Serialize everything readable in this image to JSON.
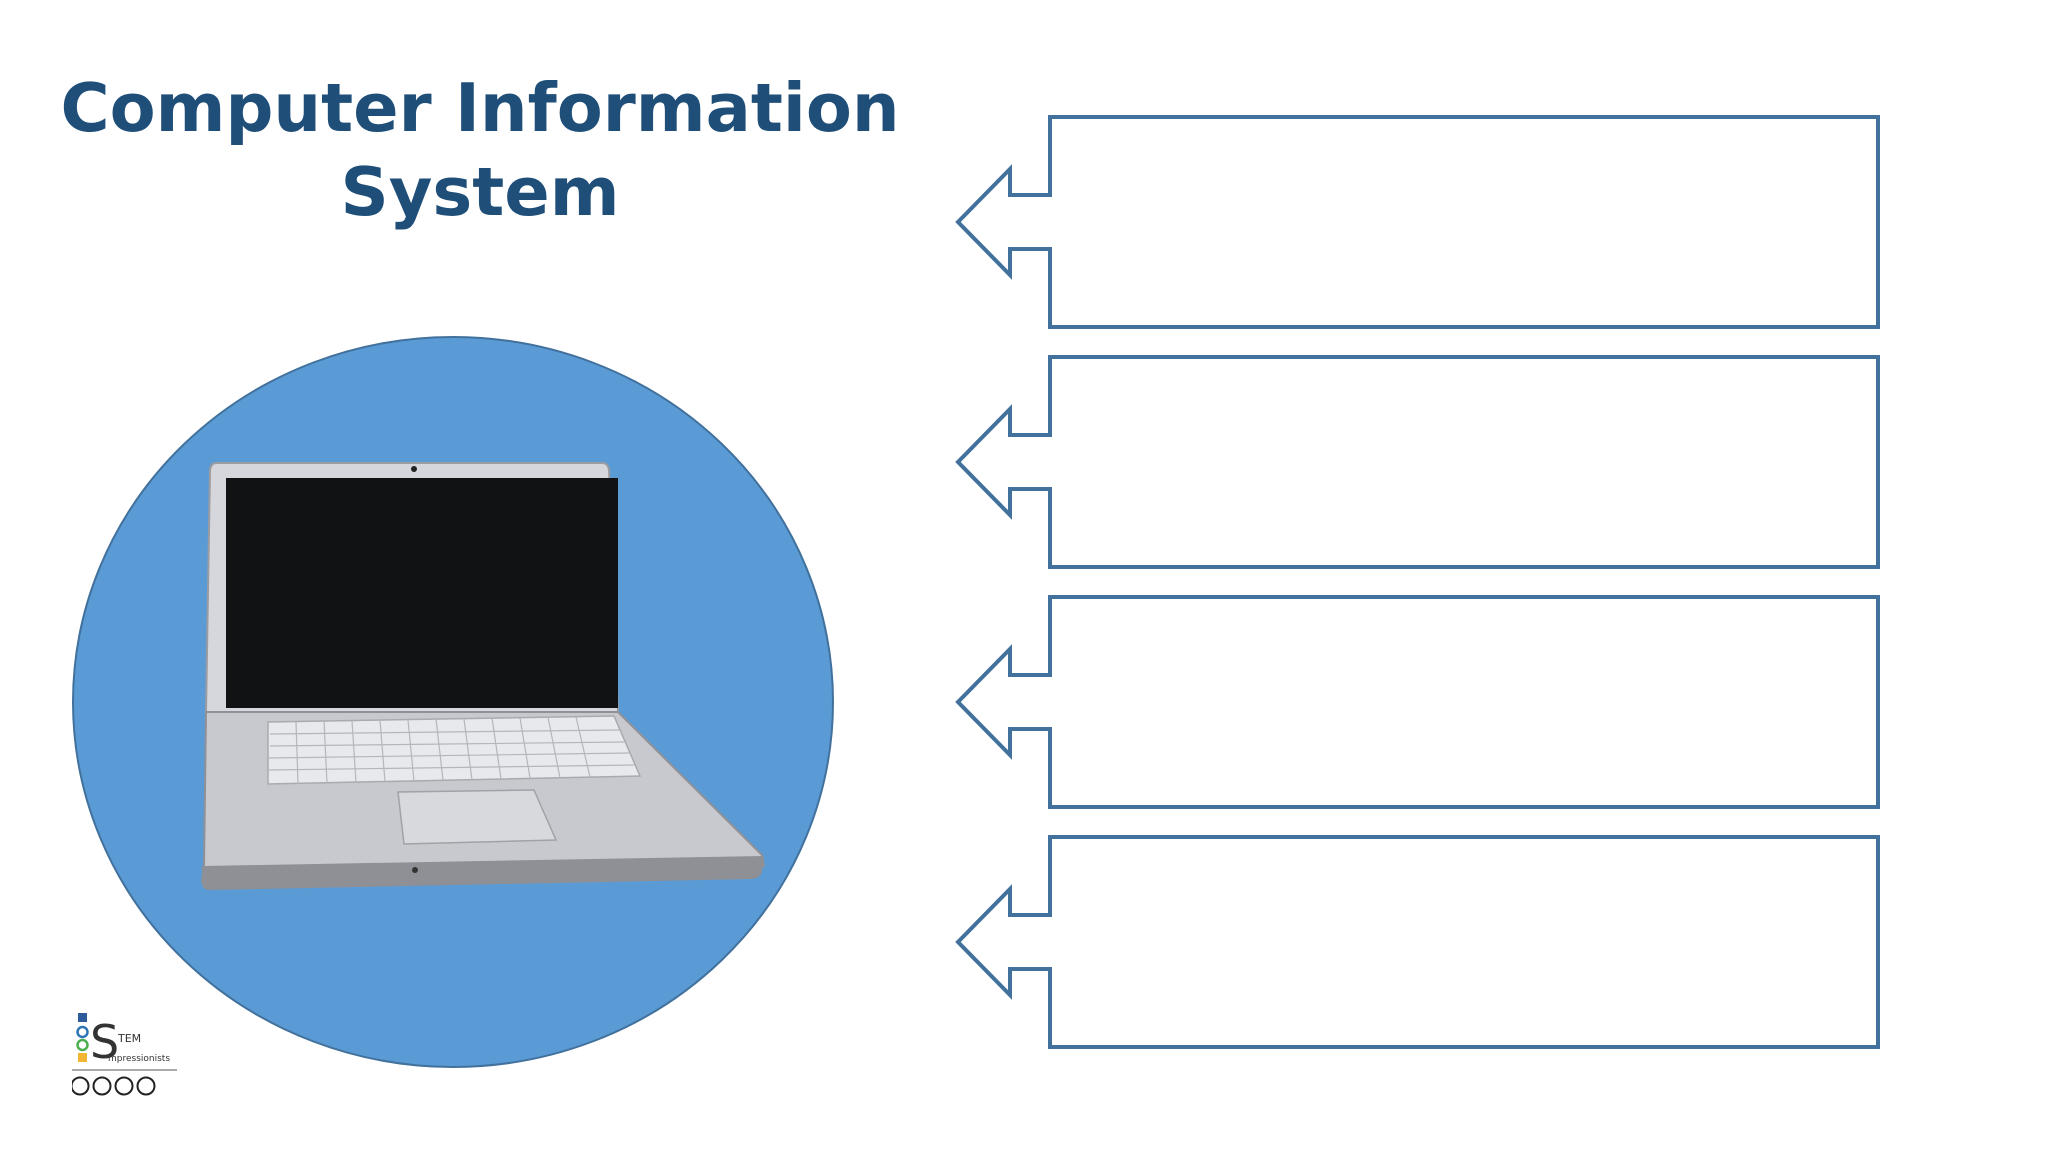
{
  "slide": {
    "title_line1": "Computer Information",
    "title_line2": "System"
  },
  "callouts": [
    {
      "text": ""
    },
    {
      "text": ""
    },
    {
      "text": ""
    },
    {
      "text": ""
    }
  ],
  "logo": {
    "letter": "S",
    "line1": "TEM",
    "line2": "mpressionists",
    "license_icons": [
      "cc",
      "by",
      "nc",
      "sa"
    ]
  },
  "colors": {
    "title": "#1f4e79",
    "circle": "#5b9bd5",
    "callout_border": "#41719c"
  }
}
